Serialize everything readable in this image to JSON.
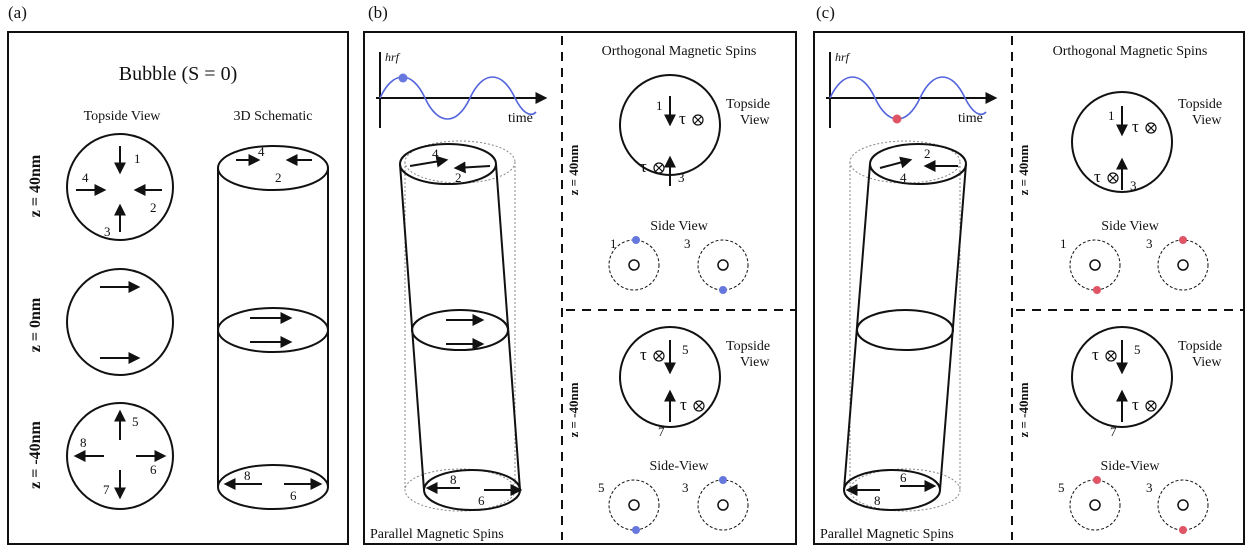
{
  "panels": {
    "a": {
      "label": "(a)",
      "title": "Bubble (S = 0)",
      "topside_header": "Topside View",
      "schematic_header": "3D Schematic",
      "z_labels": [
        "z = 40nm",
        "z = 0nm",
        "z = -40nm"
      ],
      "top_circle_numbers": [
        "1",
        "2",
        "3",
        "4"
      ],
      "bottom_circle_numbers": [
        "5",
        "6",
        "7",
        "8"
      ],
      "cyl_top_numbers": [
        "4",
        "2"
      ],
      "cyl_bottom_numbers": [
        "8",
        "6"
      ]
    },
    "b": {
      "label": "(b)",
      "hrf": "hrf",
      "time": "time",
      "orth_title": "Orthogonal Magnetic Spins",
      "topside_view_1": "Topside",
      "topside_view_2": "View",
      "side_view": "Side View",
      "side_view_2": "Side-View",
      "z_top": "z = 40nm",
      "z_bottom": "z = -40nm",
      "parallel_label": "Parallel Magnetic Spins",
      "top_numbers": [
        "1",
        "3"
      ],
      "bottom_numbers": [
        "5",
        "7"
      ],
      "side_top_numbers": [
        "1",
        "3"
      ],
      "side_bottom_numbers": [
        "5",
        "3"
      ],
      "cyl_top_numbers": [
        "4",
        "2"
      ],
      "cyl_bottom_numbers": [
        "8",
        "6"
      ],
      "tau": "τ",
      "dot_color": "#6677dd"
    },
    "c": {
      "label": "(c)",
      "hrf": "hrf",
      "time": "time",
      "orth_title": "Orthogonal Magnetic Spins",
      "topside_view_1": "Topside",
      "topside_view_2": "View",
      "side_view": "Side View",
      "side_view_2": "Side-View",
      "z_top": "z = 40nm",
      "z_bottom": "z = -40nm",
      "parallel_label": "Parallel Magnetic Spins",
      "top_numbers": [
        "1",
        "3"
      ],
      "bottom_numbers": [
        "5",
        "7"
      ],
      "side_top_numbers": [
        "1",
        "3"
      ],
      "side_bottom_numbers": [
        "5",
        "3"
      ],
      "cyl_top_numbers": [
        "2",
        "4"
      ],
      "cyl_bottom_numbers": [
        "8",
        "6"
      ],
      "tau": "τ",
      "dot_color": "#e05566"
    }
  }
}
